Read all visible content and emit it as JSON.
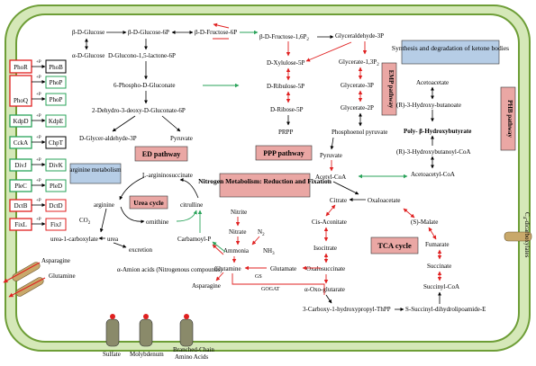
{
  "glycolysis": {
    "b_d_glucose": "β-D-Glucose",
    "b_d_glucose_6p": "β-D-Glucose-6P",
    "b_d_fructose_6p": "β-D-Fructose-6P",
    "b_d_fructose_16p": "β-D-Fructose-1,6P",
    "b_d_fructose_16p_sub": "2",
    "glyceraldehyde_3p": "Glyceraldehyde-3P",
    "a_d_glucose": "α-D-Glucose",
    "glucono_lactone": "D-Glucono-1,5-lactone-6P",
    "phospho_gluconate": "6-Phospho-D-Gluconate",
    "dehydro_deoxy": "2-Dehydro-3-deoxy-D-Gluconate-6P",
    "glyceraldehyde_3p_ed": "D-Glycer-aldehyde-3P",
    "pyruvate_ed": "Pyruvate",
    "ed_pathway": "ED pathway"
  },
  "ppp": {
    "xylulose": "D-Xylulose-5P",
    "ribulose": "D-Ribulose-5P",
    "ribose": "D-Ribose-5P",
    "prpp": "PRPP",
    "label": "PPP pathway"
  },
  "emp": {
    "glycerate_13p": "Glycerate-1,3P",
    "glycerate_13p_sub": "2",
    "glycerate_3p": "Glycerate-3P",
    "glycerate_2p": "Glycerate-2P",
    "phosphoenol_pyruvate": "Phosphoenol pyruvate",
    "pyruvate": "Pyruvate",
    "acetyl_coa": "Acetyl-CoA",
    "label": "EMP pathway"
  },
  "ketone": {
    "box": "Synthesis and degradation of ketone bodies",
    "acetoacetate": "Acetoacetate",
    "hydroxybutanoate": "(R)-3-Hydroxy-butanoate",
    "phb": "Poly- β-Hydroxybutyrate",
    "hydroxybutanoyl": "(R)-3-Hydroxybutanoyl-CoA",
    "acetoacetyl": "Acetoacetyl-CoA",
    "phb_pathway": "PHB pathway"
  },
  "tca": {
    "citrate": "Citrate",
    "oxaloacetate": "Oxaloacetate",
    "cis_aconitate": "Cis-Aconitate",
    "s_malate": "(S)-Malate",
    "isocitrate": "Isocitrate",
    "fumarate": "Fumarate",
    "oxalosuccinate": "Oxalosuccinate",
    "succinate": "Succinate",
    "oxoglutarate": "α-Oxo-glutarate",
    "succinyl_coa": "Succinyl-CoA",
    "carboxy_thpp": "3-Carboxy-1-hydroxypropyl-ThPP",
    "succinyl_dihydro": "S-Succinyl-dihydrolipoamide-E",
    "label": "TCA cycle"
  },
  "nitrogen": {
    "box": "Nitrogen Metabolism: Reduction and Fixation",
    "nitrite": "Nitrite",
    "nitrate": "Nitrate",
    "n2": "N",
    "n2_sub": "2",
    "ammonia": "Ammonia",
    "nh3": "NH",
    "nh3_sub": "3",
    "glutamine": "Glutamine",
    "gs": "GS",
    "glutamate": "Glutamate",
    "gogat": "GOGAT",
    "asparagine": "Asparagine",
    "amino_acids": "α-Amion acids (Nitrogenous compounds)"
  },
  "urea": {
    "arginine_box": "arginine metabolism",
    "argininosuccinate": "L-argininosuccinate",
    "arginine": "arginine",
    "urea_cycle": "Urea cycle",
    "citrulline": "citrulline",
    "ornithine": "ornithine",
    "co2": "CO",
    "co2_sub": "2",
    "urea_carboxylate": "urea-1-carboxylate",
    "urea": "urea",
    "excretion": "excretion",
    "carbamoyl": "Carbamoyl-P"
  },
  "two_component": [
    {
      "sensor": "PhoR",
      "regulator": "PhoB",
      "sensor_color": "red"
    },
    {
      "sensor": "",
      "regulator": "PhoP",
      "sensor_color": "red"
    },
    {
      "sensor": "PhoQ",
      "regulator": "PhoP",
      "sensor_color": "red"
    },
    {
      "sensor": "KdpD",
      "regulator": "KdpE",
      "sensor_color": "green"
    },
    {
      "sensor": "CckA",
      "regulator": "ChpT",
      "sensor_color": "green"
    },
    {
      "sensor": "DivJ",
      "regulator": "DivK",
      "sensor_color": "green"
    },
    {
      "sensor": "PleC",
      "regulator": "PleD",
      "sensor_color": "green"
    },
    {
      "sensor": "DctB",
      "regulator": "DctD",
      "sensor_color": "red"
    },
    {
      "sensor": "FixL",
      "regulator": "FixJ",
      "sensor_color": "red"
    }
  ],
  "phospho_mark": "+P",
  "transporters": {
    "asparagine": "Asparagine",
    "glutamine": "Glutamine",
    "sulfate": "Sulfate",
    "molybdenum": "Molybdenum",
    "branched_1": "Branched-Chain",
    "branched_2": "Amino Acids",
    "c4": "C",
    "c4_sub": "4",
    "c4_rest": "-dicarboxylates"
  },
  "colors": {
    "membrane": "#8fbd4e",
    "label_box_fill": "#eaa7a4",
    "blue_box_fill": "#b6cde6",
    "red_arrow": "#e02020",
    "green_arrow": "#2aa35a",
    "transporter": "#c8a86a"
  }
}
